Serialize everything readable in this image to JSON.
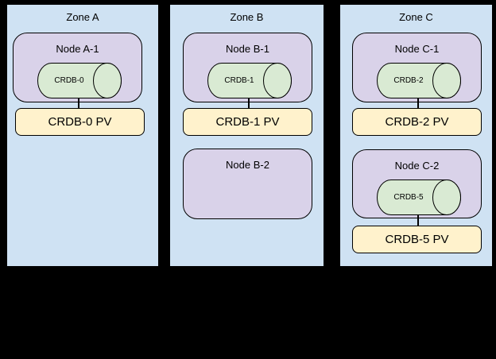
{
  "diagram": {
    "background": "#000000",
    "colors": {
      "zone_fill": "#cfe2f3",
      "node_fill": "#d9d2e9",
      "pod_fill": "#d9ead3",
      "pv_fill": "#fff2cc",
      "border": "#000000",
      "text": "#000000"
    },
    "zones": [
      {
        "label": "Zone A",
        "nodes": [
          {
            "label": "Node A-1",
            "pod": {
              "label": "CRDB-0"
            },
            "pv": {
              "label": "CRDB-0 PV"
            }
          }
        ]
      },
      {
        "label": "Zone B",
        "nodes": [
          {
            "label": "Node B-1",
            "pod": {
              "label": "CRDB-1"
            },
            "pv": {
              "label": "CRDB-1 PV"
            }
          },
          {
            "label": "Node B-2"
          }
        ]
      },
      {
        "label": "Zone C",
        "nodes": [
          {
            "label": "Node C-1",
            "pod": {
              "label": "CRDB-2"
            },
            "pv": {
              "label": "CRDB-2 PV"
            }
          },
          {
            "label": "Node C-2",
            "pod": {
              "label": "CRDB-5"
            },
            "pv": {
              "label": "CRDB-5 PV"
            }
          }
        ]
      }
    ]
  }
}
